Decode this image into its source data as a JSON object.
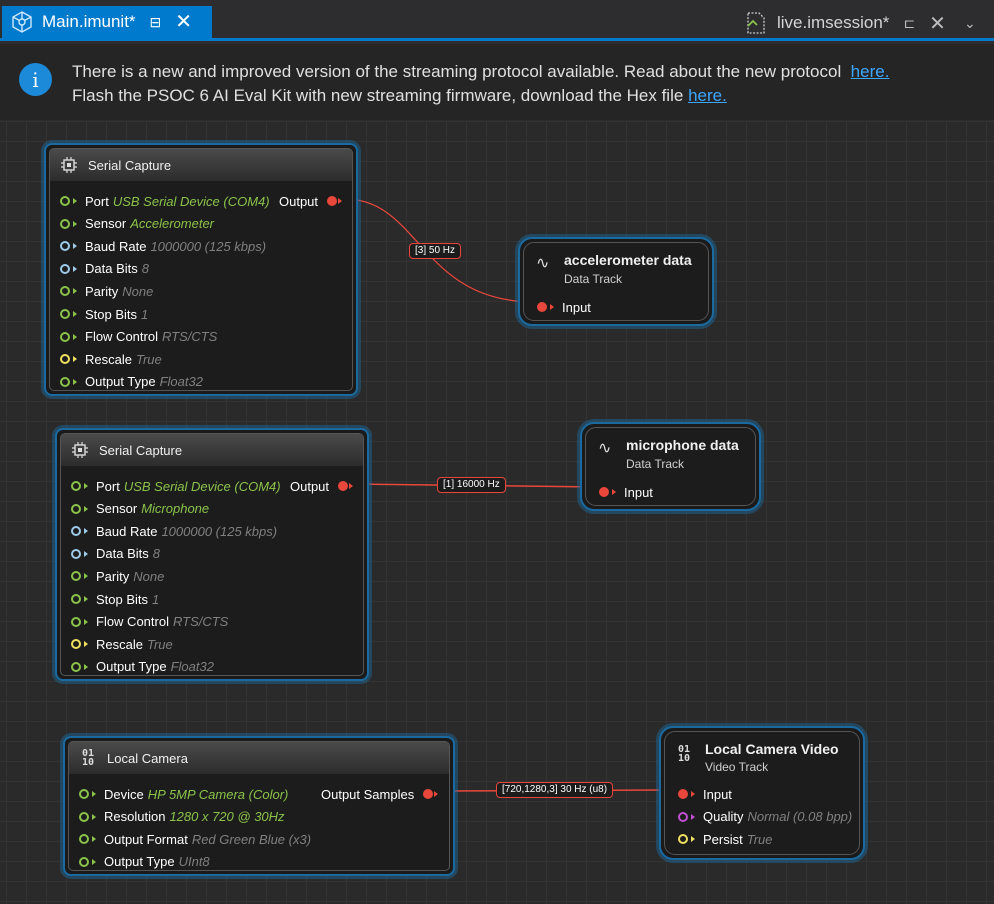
{
  "tabs": [
    {
      "label": "Main.imunit*",
      "active": true
    },
    {
      "label": "live.imsession*",
      "active": false
    }
  ],
  "info": {
    "line1_text": "There is a new and improved version of the streaming protocol available. Read about the new protocol",
    "line1_link": "here.",
    "line2_text": "Flash the PSOC 6 AI Eval Kit with new streaming firmware, download the Hex file",
    "line2_link": "here."
  },
  "nodes": {
    "serial1": {
      "title": "Serial Capture",
      "output_label": "Output",
      "props": [
        {
          "name": "Port",
          "value": "USB Serial Device (COM4)",
          "style": "green",
          "pin": "green"
        },
        {
          "name": "Sensor",
          "value": "Accelerometer",
          "style": "green",
          "pin": "green"
        },
        {
          "name": "Baud Rate",
          "value": "1000000 (125 kbps)",
          "style": "gray",
          "pin": "blue"
        },
        {
          "name": "Data Bits",
          "value": "8",
          "style": "gray",
          "pin": "blue"
        },
        {
          "name": "Parity",
          "value": "None",
          "style": "gray",
          "pin": "green"
        },
        {
          "name": "Stop Bits",
          "value": "1",
          "style": "gray",
          "pin": "green"
        },
        {
          "name": "Flow Control",
          "value": "RTS/CTS",
          "style": "gray",
          "pin": "green"
        },
        {
          "name": "Rescale",
          "value": "True",
          "style": "gray",
          "pin": "yellow"
        },
        {
          "name": "Output Type",
          "value": "Float32",
          "style": "gray",
          "pin": "green"
        }
      ]
    },
    "serial2": {
      "title": "Serial Capture",
      "output_label": "Output",
      "props": [
        {
          "name": "Port",
          "value": "USB Serial Device (COM4)",
          "style": "green",
          "pin": "green"
        },
        {
          "name": "Sensor",
          "value": "Microphone",
          "style": "green",
          "pin": "green"
        },
        {
          "name": "Baud Rate",
          "value": "1000000 (125 kbps)",
          "style": "gray",
          "pin": "blue"
        },
        {
          "name": "Data Bits",
          "value": "8",
          "style": "gray",
          "pin": "blue"
        },
        {
          "name": "Parity",
          "value": "None",
          "style": "gray",
          "pin": "green"
        },
        {
          "name": "Stop Bits",
          "value": "1",
          "style": "gray",
          "pin": "green"
        },
        {
          "name": "Flow Control",
          "value": "RTS/CTS",
          "style": "gray",
          "pin": "green"
        },
        {
          "name": "Rescale",
          "value": "True",
          "style": "gray",
          "pin": "yellow"
        },
        {
          "name": "Output Type",
          "value": "Float32",
          "style": "gray",
          "pin": "green"
        }
      ]
    },
    "camera": {
      "title": "Local Camera",
      "icon": "01\n10",
      "output_label": "Output Samples",
      "props": [
        {
          "name": "Device",
          "value": "HP 5MP Camera (Color)",
          "style": "green",
          "pin": "green"
        },
        {
          "name": "Resolution",
          "value": "1280 x 720 @ 30Hz",
          "style": "green",
          "pin": "green"
        },
        {
          "name": "Output Format",
          "value": "Red Green Blue (x3)",
          "style": "gray",
          "pin": "green"
        },
        {
          "name": "Output Type",
          "value": "UInt8",
          "style": "gray",
          "pin": "green"
        }
      ]
    },
    "accel_track": {
      "title": "accelerometer data",
      "subtitle": "Data Track",
      "input_label": "Input"
    },
    "mic_track": {
      "title": "microphone data",
      "subtitle": "Data Track",
      "input_label": "Input"
    },
    "video_track": {
      "title": "Local Camera Video",
      "subtitle": "Video Track",
      "icon": "01\n10",
      "rows": [
        {
          "name": "Input",
          "value": "",
          "pin": "red"
        },
        {
          "name": "Quality",
          "value": "Normal (0.08 bpp)",
          "pin": "purple"
        },
        {
          "name": "Persist",
          "value": "True",
          "pin": "yellow"
        }
      ]
    }
  },
  "wires": [
    {
      "label": "[3] 50 Hz"
    },
    {
      "label": "[1] 16000 Hz"
    },
    {
      "label": "[720,1280,3] 30 Hz (u8)"
    }
  ],
  "colors": {
    "accent": "#007acc",
    "wire": "#e8473b",
    "green_value": "#8bc34a",
    "node_border": "#1a6aa0"
  }
}
